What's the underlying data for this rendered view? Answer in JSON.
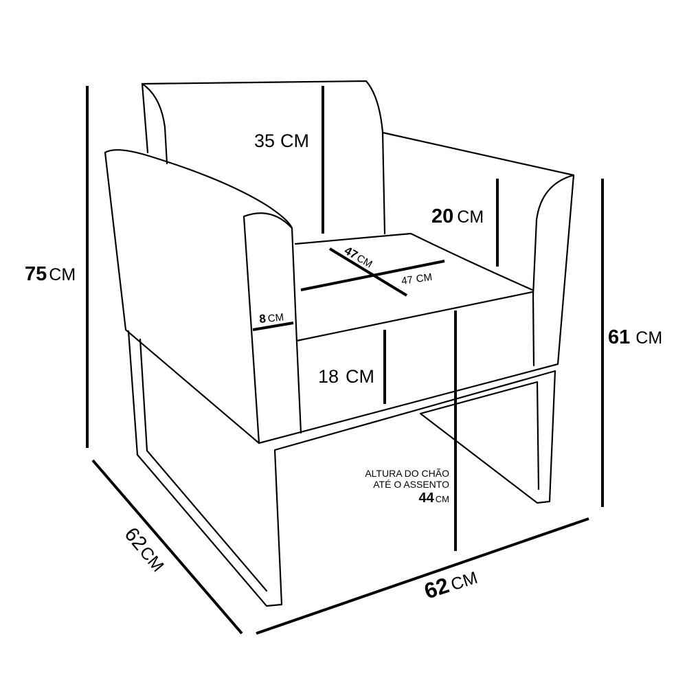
{
  "title": "Chair dimensions",
  "colors": {
    "stroke": "#000000",
    "background": "#ffffff"
  },
  "dimensions": {
    "total_height": {
      "value": "75",
      "unit": "CM"
    },
    "backrest_height": {
      "value": "35",
      "unit": "CM"
    },
    "arm_height": {
      "value": "20",
      "unit": "CM"
    },
    "arm_total_height": {
      "value": "61",
      "unit": "CM"
    },
    "base_height": {
      "value": "18",
      "unit": "CM"
    },
    "depth": {
      "value": "62",
      "unit": "CM"
    },
    "width": {
      "value": "62",
      "unit": "CM"
    },
    "arm_width": {
      "value": "8",
      "unit": "CM"
    },
    "seat_depth": {
      "value": "47",
      "unit": "CM"
    },
    "seat_width": {
      "value": "47",
      "unit": "CM"
    },
    "seat_height": {
      "line1": "ALTURA DO CHÃO",
      "line2": "ATÉ O ASSENTO",
      "value": "44",
      "unit": "CM"
    }
  }
}
